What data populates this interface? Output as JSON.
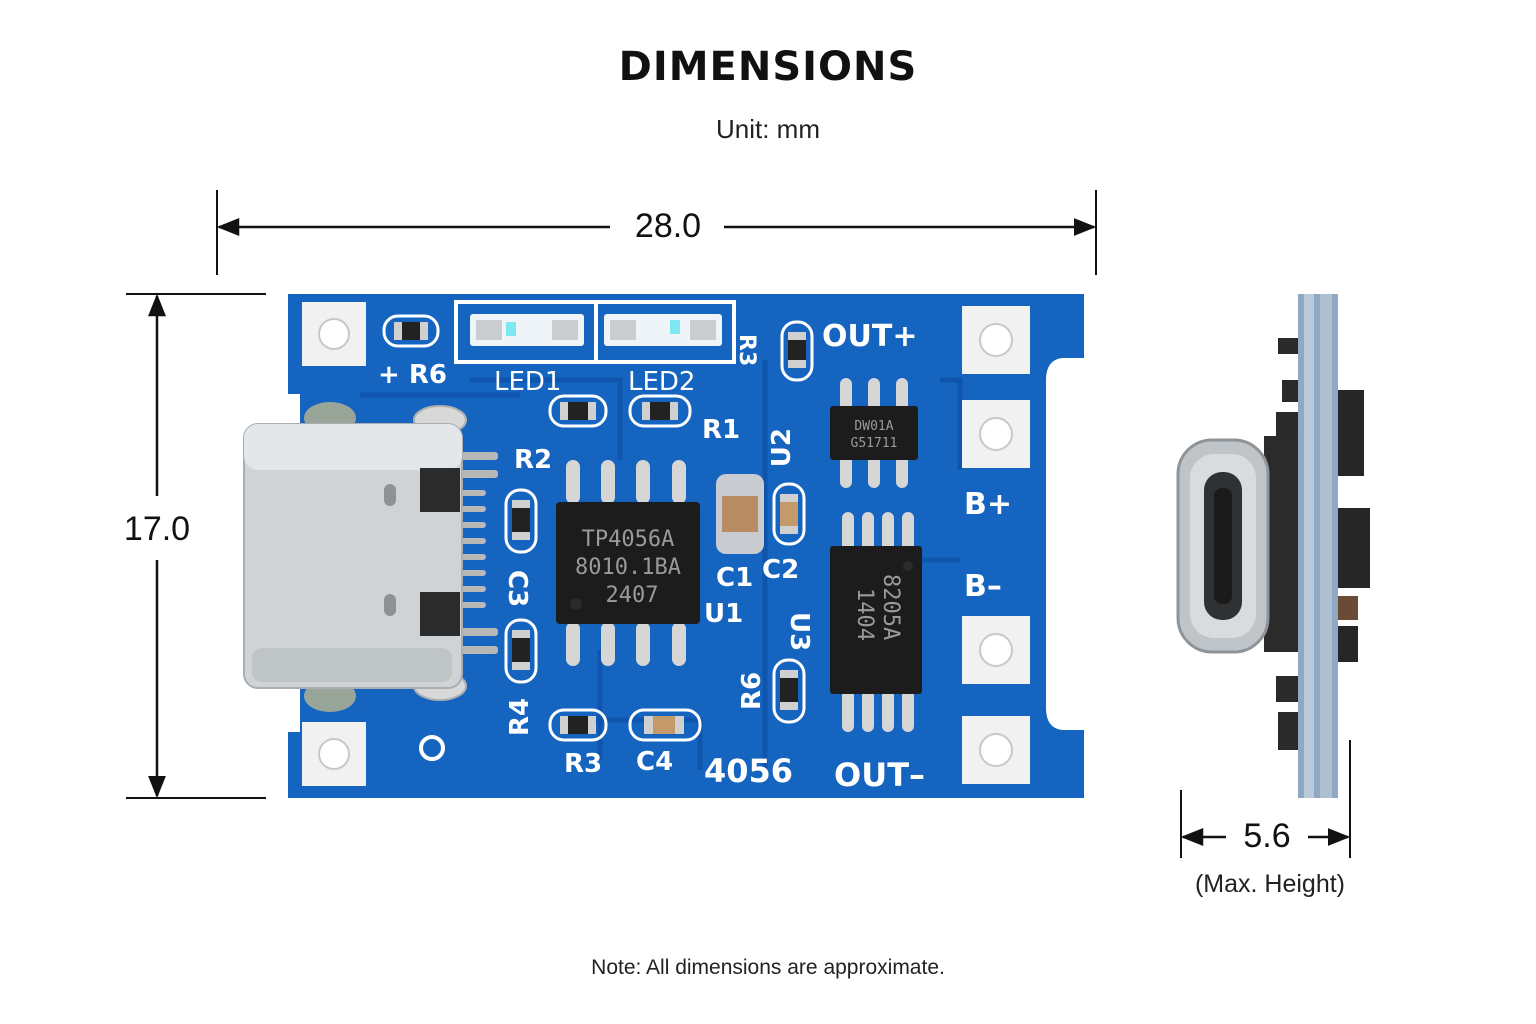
{
  "header": {
    "title": "DIMENSIONS",
    "unit": "Unit: mm"
  },
  "dimensions": {
    "width": "28.0",
    "height": "17.0",
    "thickness": "5.6",
    "thickness_note": "(Max. Height)"
  },
  "note": "Note: All dimensions are approximate.",
  "board": {
    "silkscreen": {
      "plus_r6": "+ R6",
      "led1": "LED1",
      "led2": "LED2",
      "r3_top": "R3",
      "out_plus": "OUT+",
      "r1": "R1",
      "r2": "R2",
      "u2": "U2",
      "c3": "C3",
      "c1": "C1",
      "c2": "C2",
      "u1": "U1",
      "b_plus": "B+",
      "b_minus": "B–",
      "u3": "U3",
      "r4": "R4",
      "r6": "R6",
      "r3": "R3",
      "c4": "C4",
      "model": "4056",
      "out_minus": "OUT–"
    },
    "chips": {
      "u1_line1": "TP4056A",
      "u1_line2": "8010.1BA",
      "u1_line3": "2407",
      "u2_line1": "DW01A",
      "u2_line2": "G51711",
      "u3_line1": "8205A",
      "u3_line2": "1404"
    }
  },
  "colors": {
    "pcb": "#1565c0",
    "pcb_dark": "#0d4fa0",
    "silk": "#ffffff",
    "chip": "#1c1c1c",
    "usb": "#cfd3d6"
  }
}
